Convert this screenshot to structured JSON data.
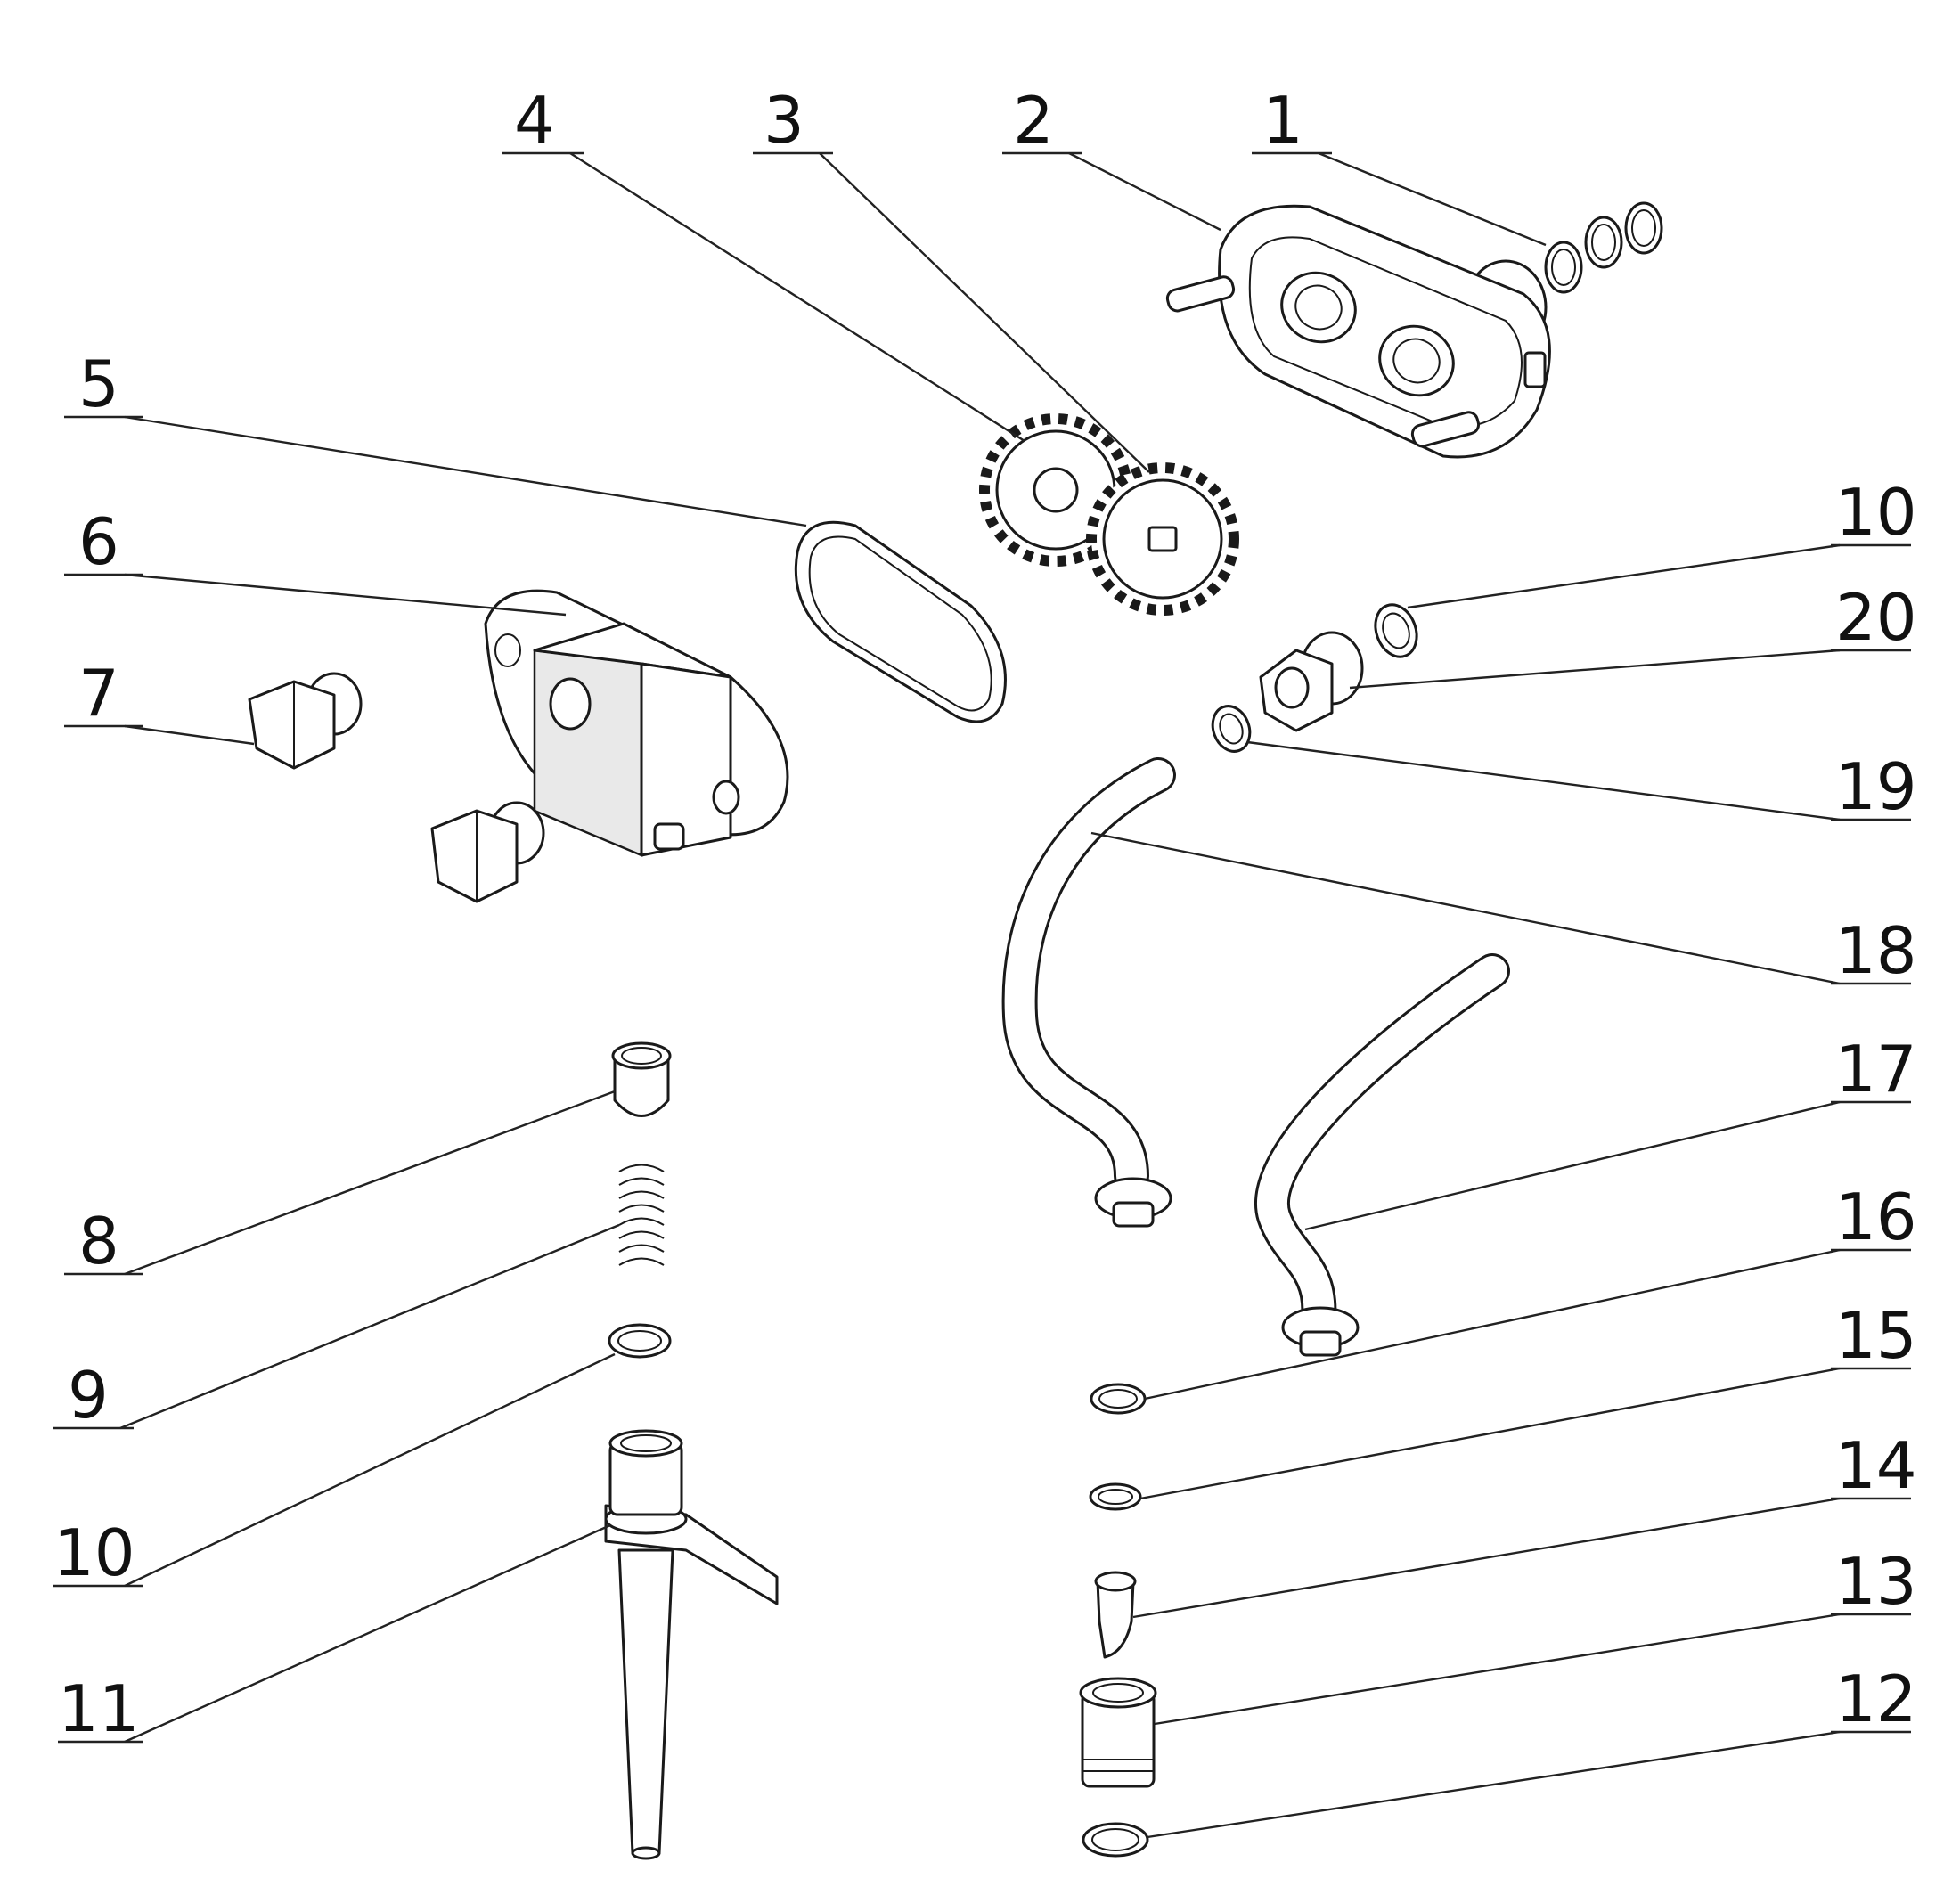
{
  "labels": {
    "p1": "1",
    "p2": "2",
    "p3": "3",
    "p4": "4",
    "p5": "5",
    "p6": "6",
    "p7": "7",
    "p8": "8",
    "p9": "9",
    "p10a": "10",
    "p10b": "10",
    "p11": "11",
    "p12": "12",
    "p13": "13",
    "p14": "14",
    "p15": "15",
    "p16": "16",
    "p17": "17",
    "p18": "18",
    "p19": "19",
    "p20": "20"
  }
}
